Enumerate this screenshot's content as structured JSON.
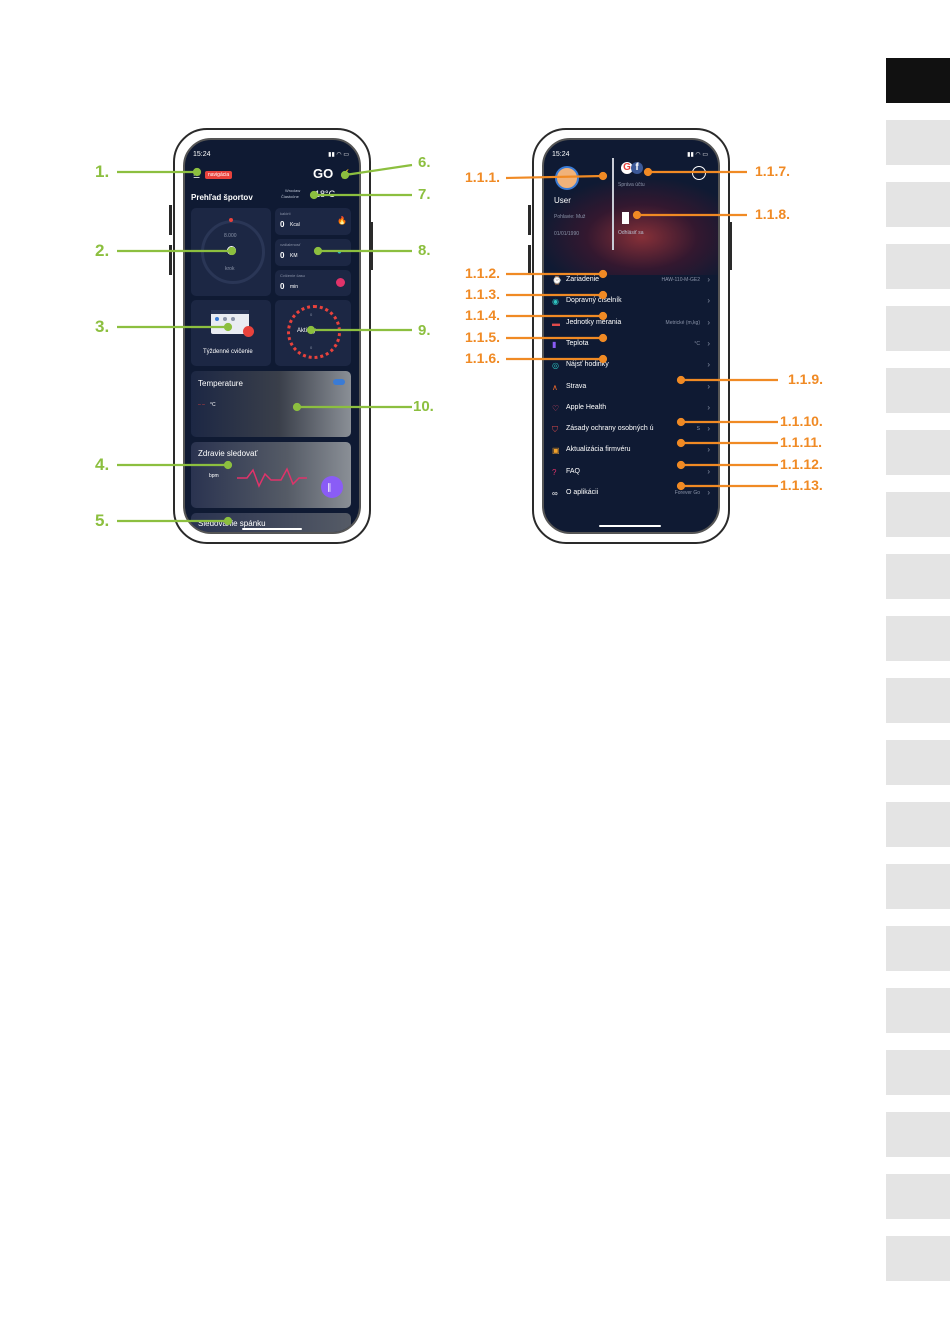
{
  "left_phone": {
    "time": "15:24",
    "nav_badge": "navigácia",
    "title": "Prehľad športov",
    "logo": "GO",
    "location": "Wrocław",
    "weather_desc": "Čiastočne",
    "temperature": "18°C",
    "steps_goal": "8.000",
    "steps_unit": "krok",
    "calories_label": "kalórií",
    "calories_value": "0",
    "calories_unit": "Kcal",
    "distance_label": "vzdialenosť",
    "distance_value": "0",
    "distance_unit": "KM",
    "exercise_label": "Cvičenie času",
    "exercise_value": "0",
    "exercise_unit": "min",
    "weekly_label": "Týždenné cvičenie",
    "activity_label": "Aktivity",
    "activity_top": "0",
    "activity_bottom": "0",
    "temperature_card": "Temperature",
    "temperature_unit": "°C",
    "health_card": "Zdravie sledovať",
    "health_unit": "bpm",
    "sleep_card": "Sledovanie spánku"
  },
  "right_phone": {
    "time": "15:24",
    "user_name": "User",
    "gender": "Pohlavie: Muž",
    "birth": "01/01/1990",
    "account_label": "Správa účtu",
    "logout_label": "Odhlásiť sa",
    "menu": [
      {
        "label": "Zariadenie",
        "value": "HAW-110-M-GE2",
        "icon": "watch-icon",
        "color": "#e0533d"
      },
      {
        "label": "Dopravný číselník",
        "value": "",
        "icon": "dial-icon",
        "color": "#2ec4c0"
      },
      {
        "label": "Jednotky merania",
        "value": "Metrické (m,kg)",
        "icon": "ruler-icon",
        "color": "#e04b4b"
      },
      {
        "label": "Teplota",
        "value": "°C",
        "icon": "thermometer-icon",
        "color": "#8a5cf6"
      },
      {
        "label": "Nájsť hodinky",
        "value": "",
        "icon": "search-icon",
        "color": "#2ec4c0"
      },
      {
        "label": "Strava",
        "value": "",
        "icon": "strava-icon",
        "color": "#f06a2a"
      },
      {
        "label": "Apple Health",
        "value": "",
        "icon": "heart-icon",
        "color": "#f04d6a"
      },
      {
        "label": "Zásady ochrany osobných ú",
        "value": "S",
        "icon": "shield-icon",
        "color": "#e04b4b"
      },
      {
        "label": "Aktualizácia firmvéru",
        "value": "",
        "icon": "chip-icon",
        "color": "#f0a02a"
      },
      {
        "label": "FAQ",
        "value": "",
        "icon": "question-icon",
        "color": "#e0336a"
      },
      {
        "label": "O aplikácii",
        "value": "Forever Go",
        "icon": "go-logo-icon",
        "color": "#ffffff"
      }
    ]
  },
  "callouts_left": [
    "1.",
    "2.",
    "3.",
    "4.",
    "5."
  ],
  "callouts_right": [
    "6.",
    "7.",
    "8.",
    "9.",
    "10."
  ],
  "callouts_menu_left": [
    "1.1.1.",
    "1.1.2.",
    "1.1.3.",
    "1.1.4.",
    "1.1.5.",
    "1.1.6."
  ],
  "callouts_menu_right": [
    "1.1.7.",
    "1.1.8.",
    "1.1.9.",
    "1.1.10.",
    "1.1.11.",
    "1.1.12.",
    "1.1.13."
  ],
  "colors": {
    "green": "#8cbf3f",
    "orange": "#f08a24",
    "screen": "#0f1a33",
    "tab_active": "#111111",
    "tab": "#e4e4e4"
  }
}
